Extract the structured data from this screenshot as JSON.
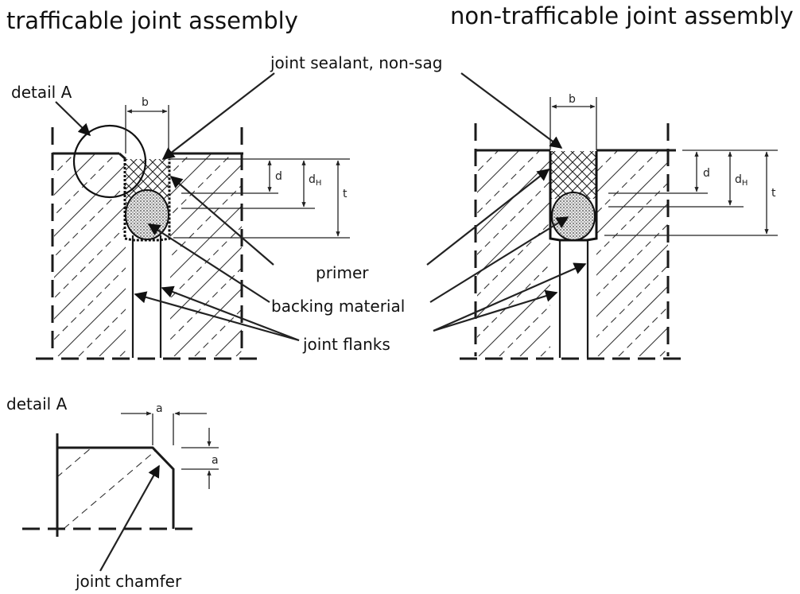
{
  "titles": {
    "trafficable": "trafficable joint assembly",
    "non_trafficable": "non-trafficable joint assembly"
  },
  "labels": {
    "joint_sealant": "joint sealant, non-sag",
    "detail_a_left": "detail A",
    "primer": "primer",
    "backing_material": "backing material",
    "joint_flanks": "joint flanks",
    "detail_a_bottom": "detail A",
    "joint_chamfer": "joint chamfer"
  },
  "dimensions": {
    "b_left": "b",
    "d_left": "d",
    "dh_left": "d",
    "dh_left_sub": "H",
    "t_left": "t",
    "b_right": "b",
    "d_right": "d",
    "dh_right": "d",
    "dh_right_sub": "H",
    "t_right": "t",
    "a_top": "a",
    "a_side": "a"
  }
}
